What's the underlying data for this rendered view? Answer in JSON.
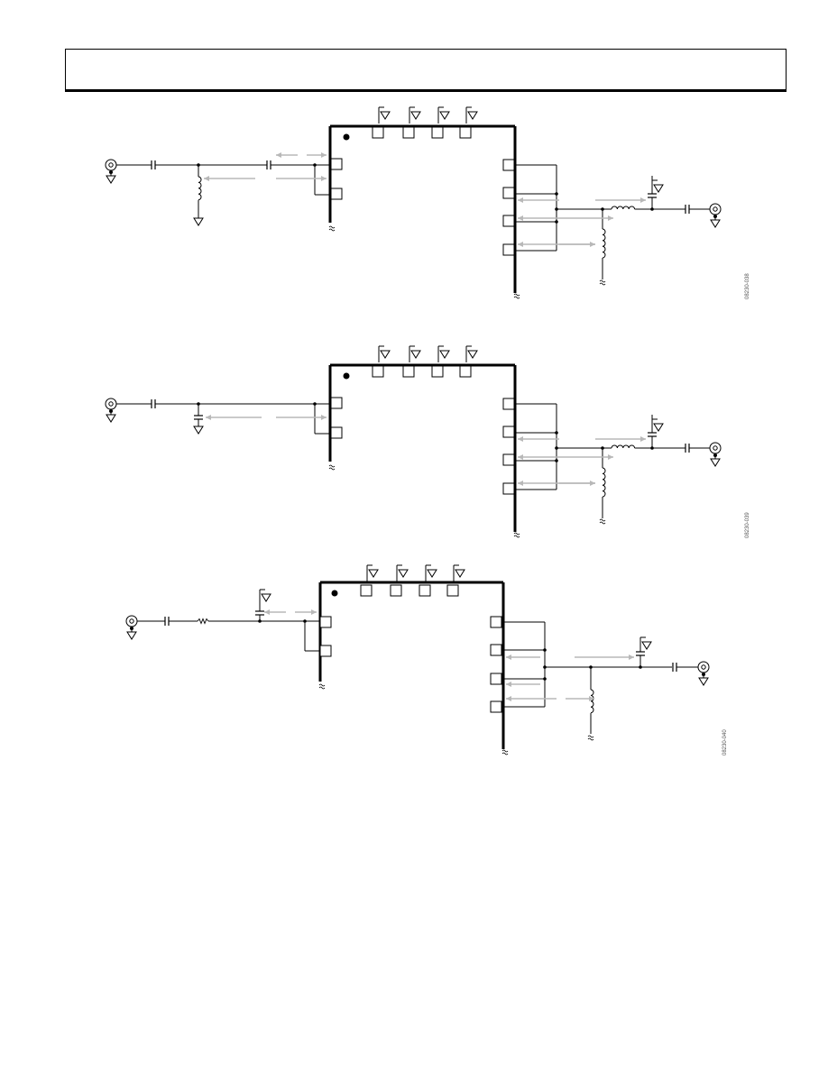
{
  "page": {
    "header_text": ""
  },
  "figures": [
    {
      "id": "08230-038",
      "variant": "shunt-inductor-input"
    },
    {
      "id": "08230-039",
      "variant": "shunt-capacitor-input"
    },
    {
      "id": "08230-040",
      "variant": "series-resistor-input"
    }
  ],
  "colors": {
    "line": "#000000",
    "arrow": "#b8b8b8"
  }
}
